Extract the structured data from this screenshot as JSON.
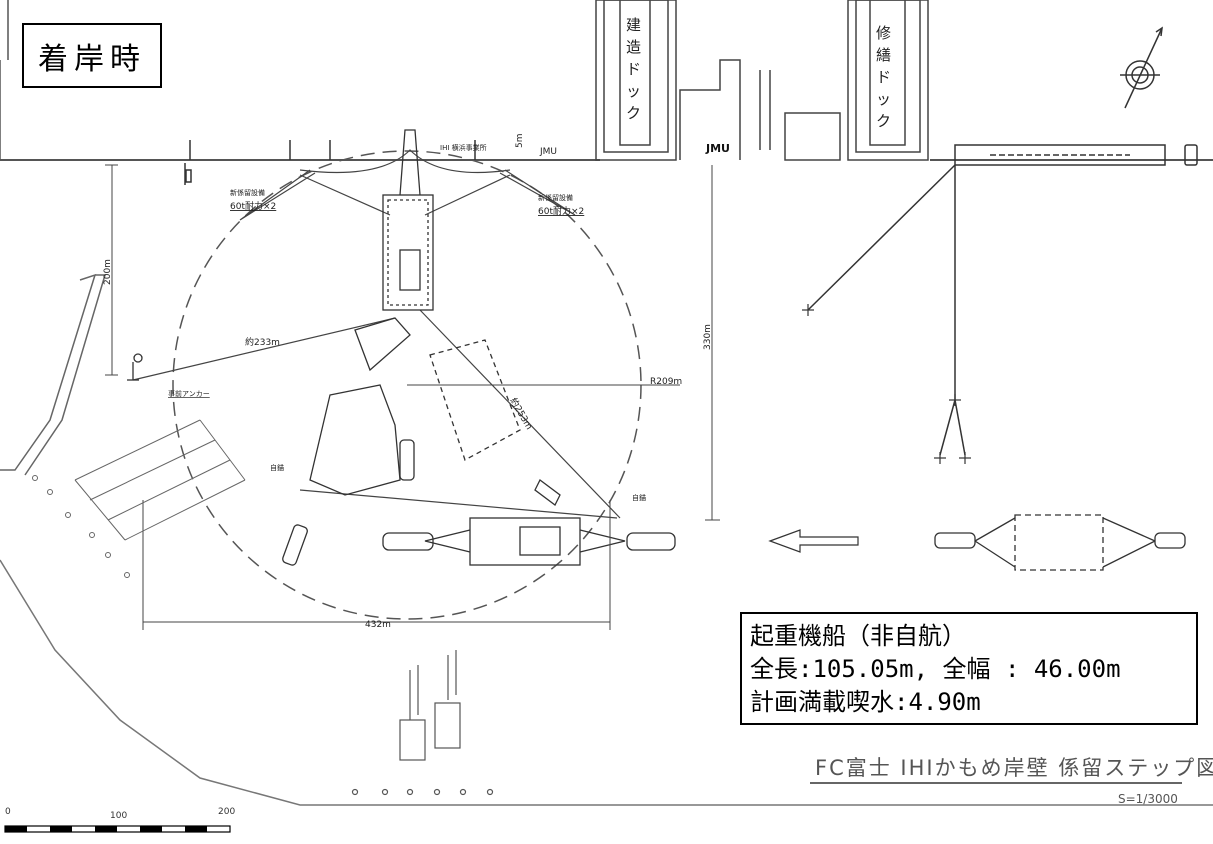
{
  "title_box": {
    "label": "着岸時"
  },
  "spec_box": {
    "line1": "起重機船（非自航）",
    "line2": "全長:105.05m, 全幅 : 46.00m",
    "line3": "計画満載喫水:4.90m"
  },
  "figure": {
    "title": "FC富士  IHIかもめ岸壁  係留ステップ図",
    "scale": "S=1/3000"
  },
  "dock_labels": {
    "build_dock": [
      "建",
      "造",
      "ド",
      "ッ",
      "ク"
    ],
    "repair_dock": [
      "修",
      "繕",
      "ド",
      "ッ",
      "ク"
    ],
    "jmu_building": "JMU",
    "jmu_small": "JMU",
    "ihi_office": "IHI 横浜事業所"
  },
  "annotations": {
    "new_mooring_left": "新係留設備",
    "capacity_left": "60t耐力×2",
    "new_mooring_right": "新係留設備",
    "capacity_right": "60t耐力×2",
    "depth_5m": "5m",
    "dim_200m": "200m",
    "dim_330m": "330m",
    "dim_432m": "432m",
    "radius": "R209m",
    "approx_233m": "約233m",
    "approx_253m": "約253m",
    "pre_anchor": "事前アンカー",
    "self_anchor_left": "自錨",
    "self_anchor_right": "自錨"
  },
  "scale_bar": {
    "labels": [
      "0",
      "100",
      "200"
    ]
  }
}
